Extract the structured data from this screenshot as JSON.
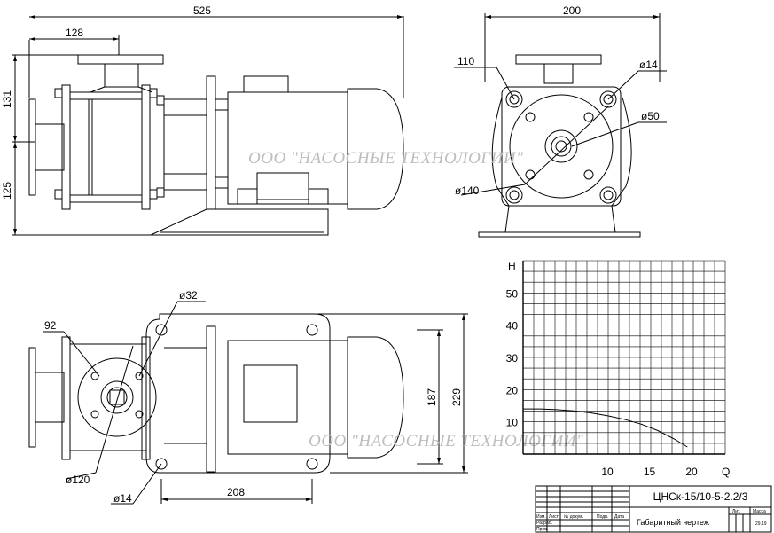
{
  "dimensions": {
    "front_total_length": "525",
    "front_flange_offset": "128",
    "front_height_upper": "131",
    "front_height_lower": "125",
    "side_width": "200",
    "side_bolt_spacing": "110",
    "side_bolt_hole": "ø14",
    "side_port_diameter": "ø50",
    "side_flange_diameter": "ø140",
    "plan_inner_bolt": "ø32",
    "plan_flange_offset": "92",
    "plan_flange_diameter": "ø120",
    "plan_mount_hole": "ø14",
    "plan_mount_spacing": "208",
    "plan_inner_width": "187",
    "plan_total_width": "229"
  },
  "watermark": {
    "text": "ООО \"НАСОСНЫЕ ТЕХНОЛОГИИ\""
  },
  "chart_data": {
    "type": "line",
    "title": "",
    "xlabel": "Q",
    "ylabel": "H",
    "xlim": [
      0,
      24
    ],
    "ylim": [
      0,
      60
    ],
    "x_ticks": [
      10,
      15,
      20
    ],
    "y_ticks": [
      10,
      20,
      30,
      40,
      50
    ],
    "grid": true,
    "series": [
      {
        "x": [
          0,
          2,
          4,
          6,
          8,
          10,
          12,
          14,
          16,
          18,
          19.5
        ],
        "y": [
          14,
          14,
          13.8,
          13.4,
          12.8,
          11.9,
          10.8,
          9.3,
          7.3,
          4.6,
          2.2
        ]
      }
    ]
  },
  "title_block": {
    "designation": "ЦНСк-15/10-5-2.2/3",
    "document_name": "Габаритный чертеж",
    "col_izm": "Изм.",
    "col_list": "Лист",
    "col_doc_no": "№ докум.",
    "col_sign": "Подп.",
    "col_date": "Дата",
    "row_developed": "Разраб.",
    "row_checked": "Пров.",
    "header_lit": "Лит.",
    "header_mass": "Масса",
    "mass_value": "29.19"
  }
}
